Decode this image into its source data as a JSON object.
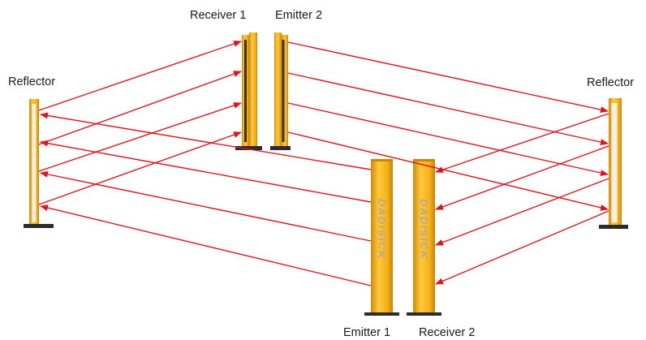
{
  "labels": {
    "receiver_1": "Receiver 1",
    "emitter_2": "Emitter 2",
    "reflector_left": "Reflector",
    "reflector_right": "Reflector",
    "emitter_1": "Emitter 1",
    "receiver_2": "Receiver 2"
  },
  "brand_text": "DADISICK",
  "colors": {
    "beam": "#e0141e",
    "column_yellow": "#f5b11a",
    "column_light": "#ffc83a",
    "column_dark": "#d18b08",
    "reflector_panel": "#f3f0e6",
    "base": "#2b2b2b",
    "label_text": "#1a1a1a"
  },
  "icons": [
    "arrow-head-icon"
  ]
}
